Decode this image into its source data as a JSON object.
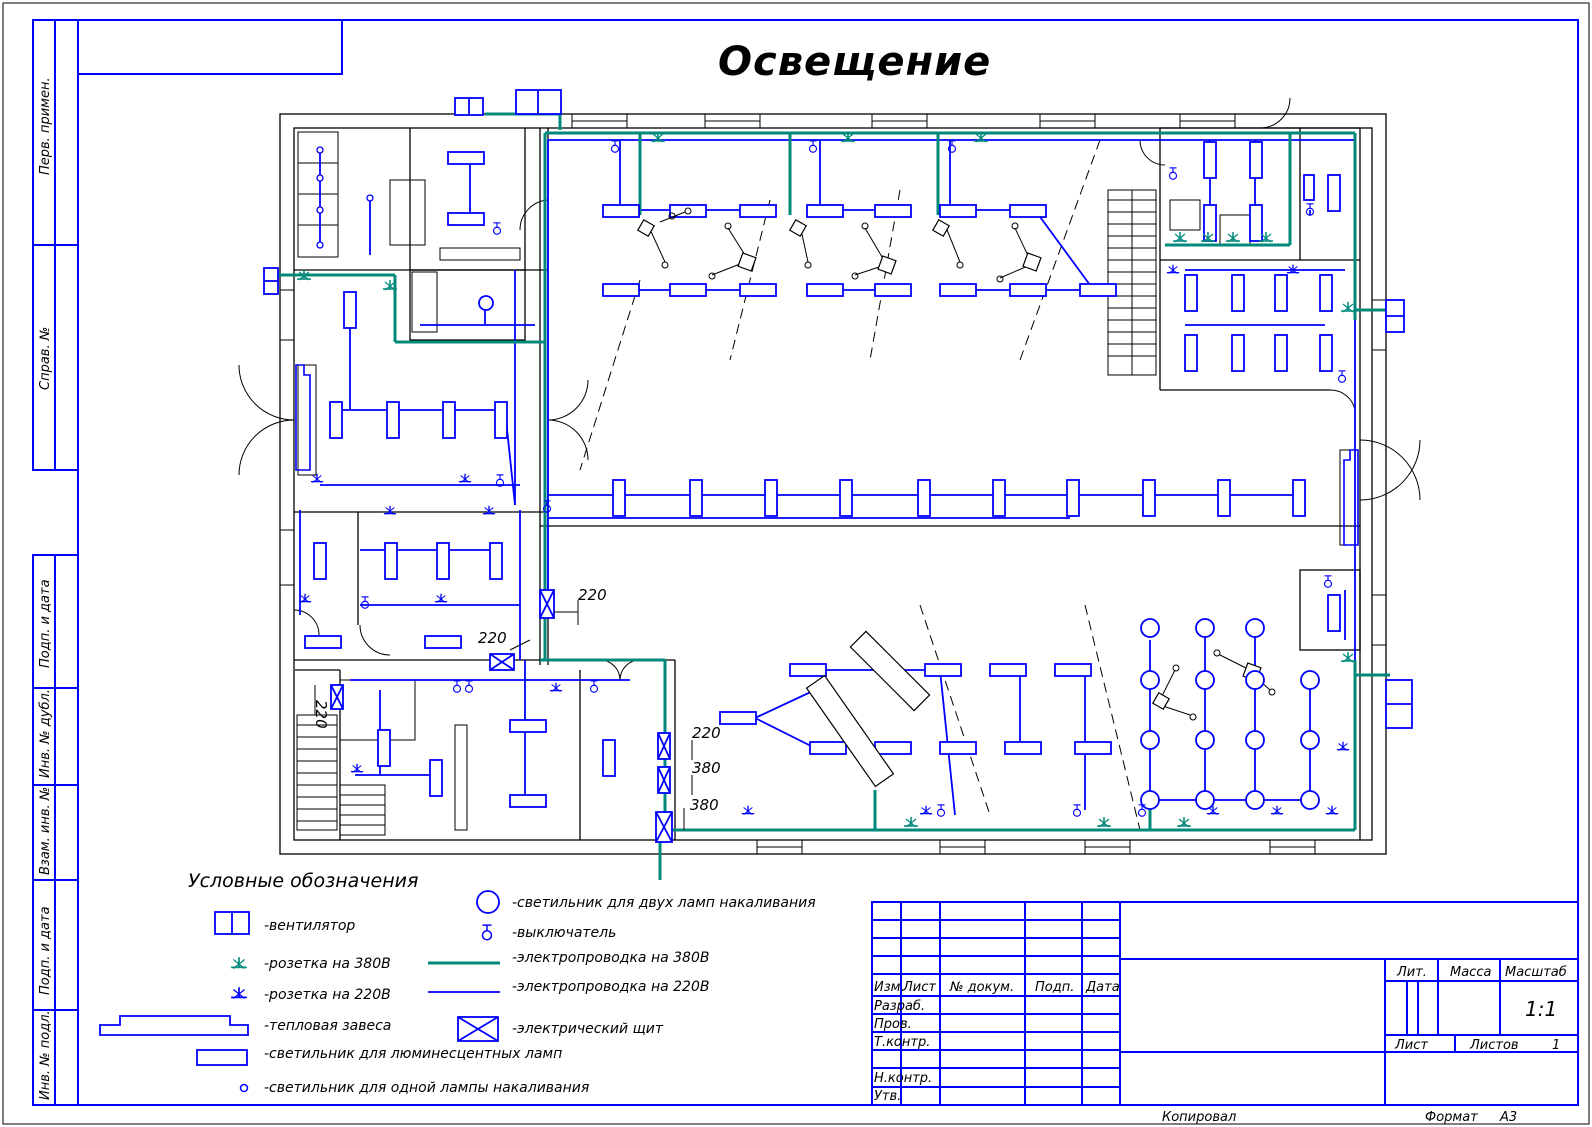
{
  "title": "Освещение",
  "colors": {
    "frame": "#000000",
    "wall": "#000000",
    "wire220": "#0000ff",
    "wire380": "#00897b",
    "fixture": "#0000ff"
  },
  "side_stamp": [
    "Перв. примен.",
    "Справ. №",
    "Подп. и дата",
    "Инв. № дубл.",
    "Взам. инв. №",
    "Подп. и дата",
    "Инв. № подл."
  ],
  "panel_labels": [
    "220",
    "220",
    "220",
    "220",
    "380",
    "380"
  ],
  "legend": {
    "heading": "Условные обозначения",
    "items": [
      {
        "icon": "fan-icon",
        "label": "-вентилятор"
      },
      {
        "icon": "socket-380-icon",
        "label": "-розетка на 380В"
      },
      {
        "icon": "socket-220-icon",
        "label": "-розетка на 220В"
      },
      {
        "icon": "heat-curtain-icon",
        "label": "-тепловая завеса"
      },
      {
        "icon": "fluorescent-lamp-icon",
        "label": "-светильник для люминесцентных ламп"
      },
      {
        "icon": "single-lamp-icon",
        "label": "-светильник для одной лампы накаливания"
      },
      {
        "icon": "double-lamp-icon",
        "label": "-светильник для двух ламп накаливания"
      },
      {
        "icon": "switch-icon",
        "label": "-выключатель"
      },
      {
        "icon": "wire-380-icon",
        "label": "-электропроводка на 380В"
      },
      {
        "icon": "wire-220-icon",
        "label": "-электропроводка на 220В"
      },
      {
        "icon": "panel-icon",
        "label": "-электрический щит"
      }
    ]
  },
  "stamp": {
    "header": [
      "Изм.",
      "Лист",
      "№ докум.",
      "Подп.",
      "Дата"
    ],
    "roles": [
      "Разраб.",
      "Пров.",
      "Т.контр.",
      "Н.контр.",
      "Утв."
    ],
    "lit": "Лит.",
    "mass": "Масса",
    "scale_label": "Масштаб",
    "scale": "1:1",
    "sheet_label": "Лист",
    "sheets_label": "Листов",
    "sheets": "1",
    "copied": "Копировал",
    "format_label": "Формат",
    "format": "А3"
  }
}
